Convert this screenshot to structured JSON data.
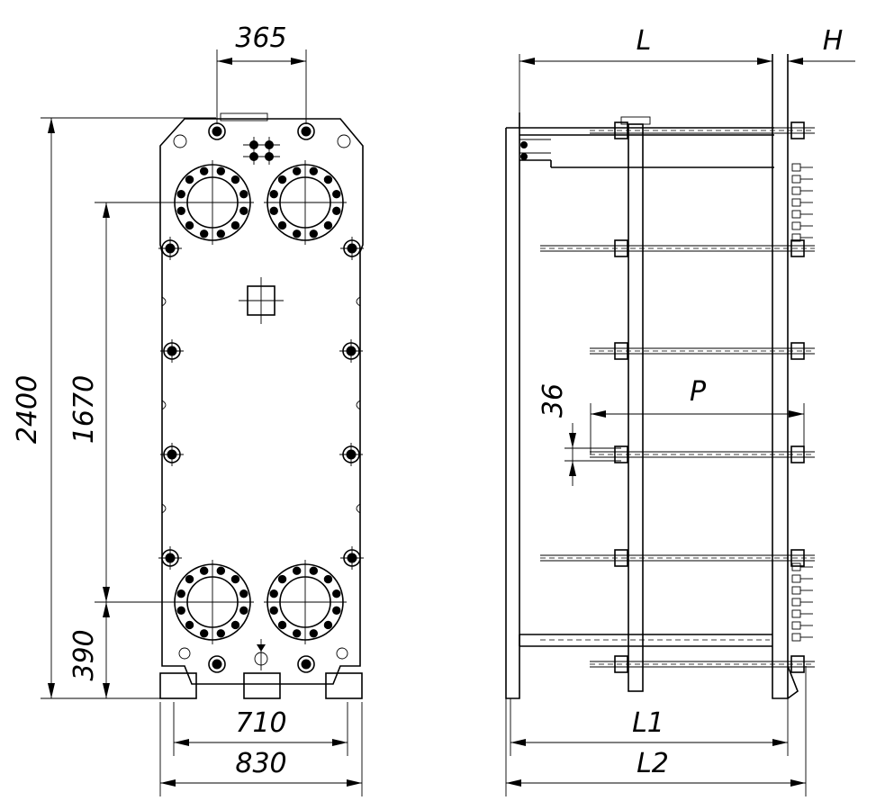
{
  "drawing": {
    "front_view": {
      "dimensions": {
        "port_spacing": "365",
        "overall_height": "2400",
        "port_center_distance": "1670",
        "lower_port_height": "390",
        "foot_spacing": "710",
        "overall_width": "830"
      }
    },
    "side_view": {
      "dimensions": {
        "frame_length": "L",
        "head_offset": "H",
        "bolt_diameter": "36",
        "plate_pack": "P",
        "length_1": "L1",
        "length_2": "L2"
      }
    },
    "colors": {
      "line": "#000000",
      "background": "#ffffff"
    }
  }
}
